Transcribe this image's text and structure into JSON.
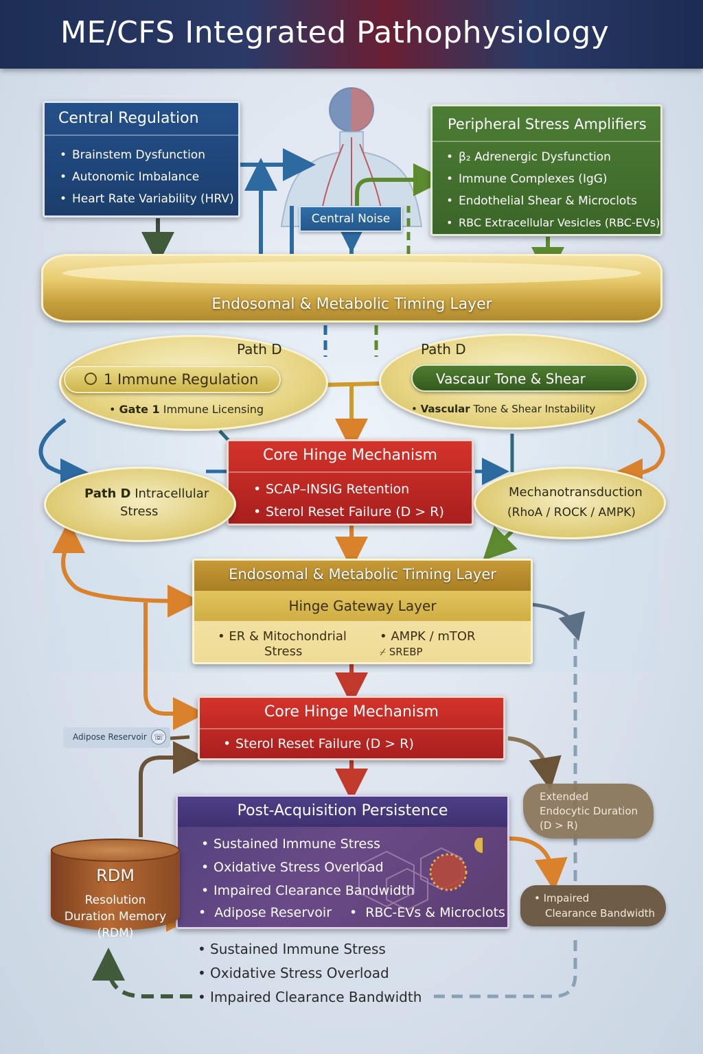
{
  "title": "ME/CFS Integrated Pathophysiology",
  "central_regulation": {
    "heading": "Central Regulation",
    "items": [
      "Brainstem Dysfunction",
      "Autonomic Imbalance",
      "Heart Rate Variability (HRV)"
    ]
  },
  "peripheral": {
    "heading": "Peripheral Stress Amplifiers",
    "items": [
      "β₂ Adrenergic Dysfunction",
      "Immune Complexes (IgG)",
      "Endothelial Shear & Microclots",
      "RBC Extracellular Vesicles (RBC-EVs)"
    ]
  },
  "central_noise": "Central Noise",
  "timing_layer_top": "Endosomal & Metabolic Timing Layer",
  "path_left": {
    "label": "Path D",
    "pill": "1 Immune Regulation",
    "gate_bold": "Gate 1",
    "gate_rest": "Immune Licensing"
  },
  "path_right": {
    "label": "Path D",
    "pill": "Vascaur Tone & Shear",
    "sub_bold": "Vascular",
    "sub_rest": "Tone & Shear Instability"
  },
  "core_hinge_1": {
    "heading": "Core Hinge Mechanism",
    "items": [
      "SCAP–INSIG Retention",
      "Sterol Reset Failure (D > R)"
    ]
  },
  "path_intracellular": {
    "bold": "Path D",
    "rest": "Intracellular",
    "line2": "Stress"
  },
  "mechano": {
    "line1": "Mechanotransduction",
    "line2": "(RhoA / ROCK / AMPK)"
  },
  "hinge_gateway": {
    "heading": "Endosomal & Metabolic Timing Layer",
    "subheading": "Hinge Gateway Layer",
    "col1": [
      "ER & Mitochondrial",
      "Stress"
    ],
    "col2": [
      "AMPK / mTOR",
      "SREBP"
    ]
  },
  "core_hinge_2": {
    "heading": "Core Hinge Mechanism",
    "items": [
      "Sterol Reset Failure (D > R)"
    ]
  },
  "adipose_tag": "Adipose Reservoir",
  "extended_endocytic": [
    "Extended",
    "Endocytic Duration",
    "(D > R)"
  ],
  "post_acquisition": {
    "heading": "Post-Acquisition Persistence",
    "items": [
      "Sustained Immune Stress",
      "Oxidative Stress Overload",
      "Impaired Clearance Bandwidth"
    ],
    "bottom_left": "Adipose Reservoir",
    "bottom_right": "RBC-EVs & Microclots"
  },
  "impaired_clearance": [
    "Impaired",
    "Clearance Bandwidth"
  ],
  "rdm": {
    "abbr": "RDM",
    "line1": "Resolution",
    "line2": "Duration Memory",
    "line3": "(RDM)"
  },
  "bottom_list": [
    "Sustained Immune Stress",
    "Oxidative Stress Overload",
    "Impaired Clearance Bandwidth"
  ],
  "colors": {
    "header": "#1d2e55",
    "blue": "#1b3e6c",
    "green": "#3b6528",
    "red": "#b8241f",
    "gold": "#e3c877",
    "purple": "#5a3d78",
    "orange_arrow": "#d9822b",
    "brown": "#6b5338"
  }
}
